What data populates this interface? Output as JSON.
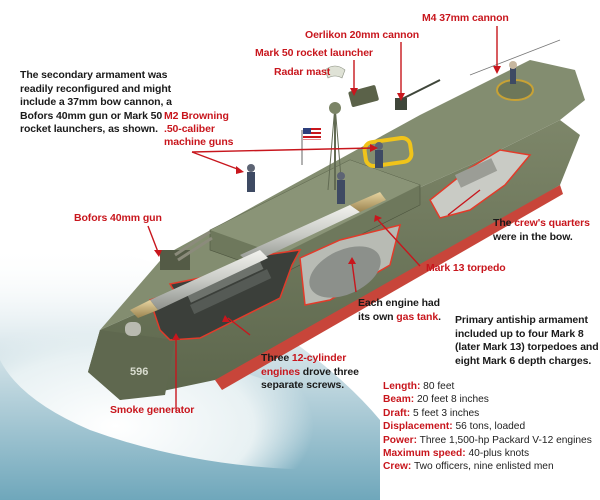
{
  "illustration": {
    "subject": "PT boat cutaway",
    "hull_number": "596",
    "colors": {
      "label_red": "#c8161d",
      "text_dark": "#1a1a1a",
      "hull_green": "#6f7a5e",
      "deck_green": "#838d70",
      "cutaway_red": "#e23b2a",
      "water": "#7fb3c4",
      "wake": "#eef4f5"
    }
  },
  "labels": {
    "m4_cannon": "M4 37mm cannon",
    "oerlikon": "Oerlikon 20mm cannon",
    "mark50": "Mark 50 rocket launcher",
    "radar_mast": "Radar mast",
    "m2_line1": "M2 Browning",
    "m2_line2": ".50-caliber",
    "m2_line3": "machine guns",
    "bofors": "Bofors 40mm gun",
    "mark13": "Mark 13 torpedo",
    "smoke": "Smoke generator"
  },
  "notes": {
    "secondary": [
      "The secondary armament was",
      "readily reconfigured and might",
      "include a 37mm bow cannon, a",
      "Bofors 40mm gun or Mark 50",
      "rocket launchers, as shown."
    ],
    "crew_quarters": {
      "pre": "The ",
      "highlight": "crew's quarters",
      "line2": "were in the bow."
    },
    "gas_tank": {
      "line1": "Each engine had",
      "pre2": "its own ",
      "highlight": "gas tank",
      "post2": "."
    },
    "engines": {
      "pre1": "Three ",
      "highlight1": "12-cylinder",
      "highlight2": "engines",
      "post2": " drove three",
      "line3": "separate screws."
    },
    "primary": [
      "Primary antiship armament",
      "included up to four Mark 8",
      "(later Mark 13) torpedoes and",
      "eight Mark 6 depth charges."
    ]
  },
  "specs": [
    {
      "key": "Length:",
      "value": " 80 feet"
    },
    {
      "key": "Beam:",
      "value": " 20 feet 8 inches"
    },
    {
      "key": "Draft:",
      "value": " 5 feet 3 inches"
    },
    {
      "key": "Displacement:",
      "value": " 56 tons, loaded"
    },
    {
      "key": "Power:",
      "value": " Three 1,500-hp Packard V-12 engines"
    },
    {
      "key": "Maximum speed:",
      "value": " 40-plus knots"
    },
    {
      "key": "Crew:",
      "value": " Two officers, nine enlisted men"
    }
  ]
}
